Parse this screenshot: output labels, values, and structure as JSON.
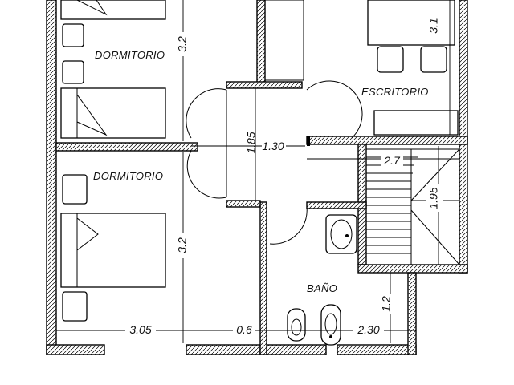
{
  "rooms": {
    "bedroom_top": "DORMITORIO",
    "bedroom_bottom": "DORMITORIO",
    "office": "ESCRITORIO",
    "bathroom": "BAÑO"
  },
  "dimensions": {
    "bedroom_top_height": "3.2",
    "bedroom_bottom_height": "3.2",
    "office_height": "3.1",
    "hall_height": "1.85",
    "hall_width": "1.30",
    "stair_width": "2.7",
    "stair_height": "1.95",
    "bath_height": "1.2",
    "bottom_left": "3.05",
    "bottom_mid": "0.6",
    "bottom_right": "2.30"
  }
}
